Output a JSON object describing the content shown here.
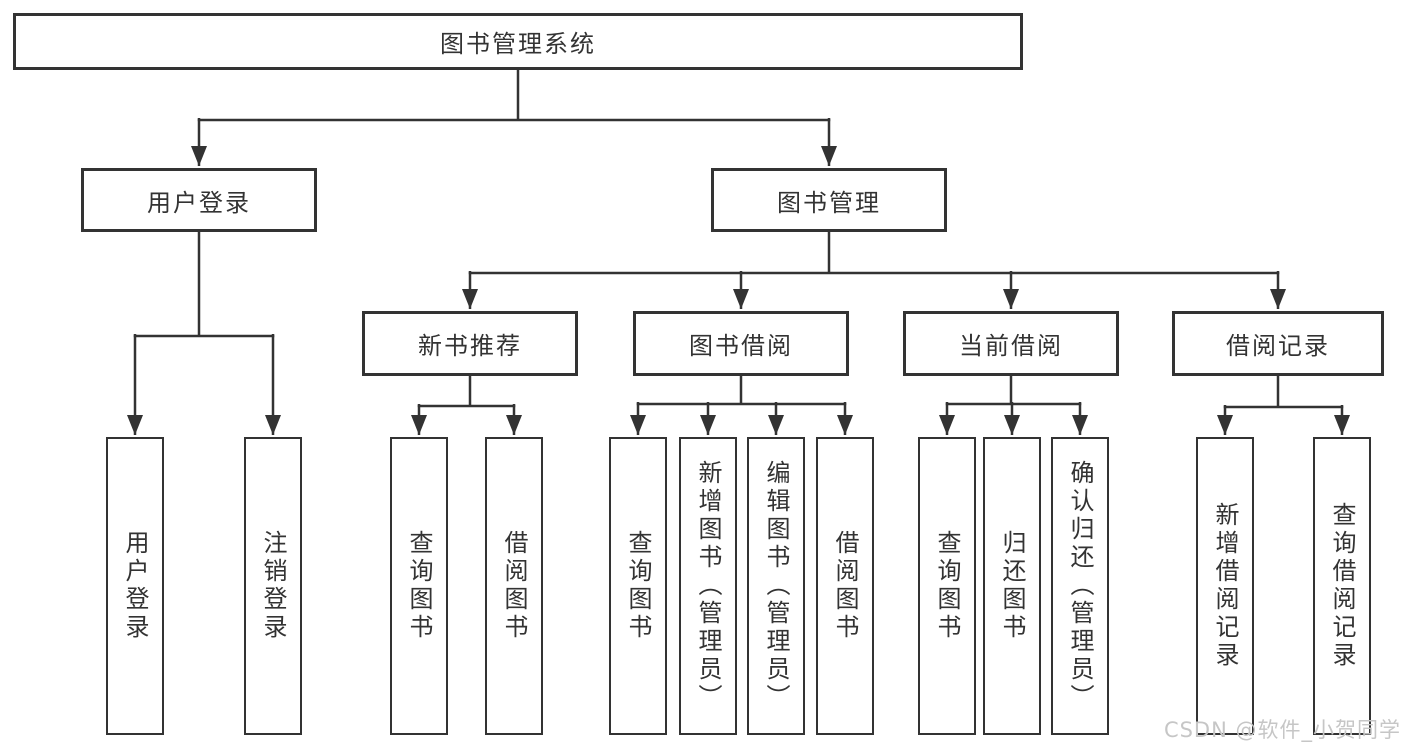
{
  "diagram": {
    "root": "图书管理系统",
    "children": [
      {
        "label": "用户登录",
        "children": [
          {
            "label": "用户登录"
          },
          {
            "label": "注销登录"
          }
        ]
      },
      {
        "label": "图书管理",
        "children": [
          {
            "label": "新书推荐",
            "children": [
              {
                "label": "查询图书"
              },
              {
                "label": "借阅图书"
              }
            ]
          },
          {
            "label": "图书借阅",
            "children": [
              {
                "label": "查询图书"
              },
              {
                "label": "新增图书（管理员）"
              },
              {
                "label": "编辑图书（管理员）"
              },
              {
                "label": "借阅图书"
              }
            ]
          },
          {
            "label": "当前借阅",
            "children": [
              {
                "label": "查询图书"
              },
              {
                "label": "归还图书"
              },
              {
                "label": "确认归还（管理员）"
              }
            ]
          },
          {
            "label": "借阅记录",
            "children": [
              {
                "label": "新增借阅记录"
              },
              {
                "label": "查询借阅记录"
              }
            ]
          }
        ]
      }
    ]
  },
  "watermark": {
    "text": "CSDN @软件_小贺同学"
  },
  "colors": {
    "line": "#333333",
    "text": "#333333",
    "box_background": "#ffffff",
    "watermark": "#c6c6c6",
    "background": "#ffffff"
  }
}
